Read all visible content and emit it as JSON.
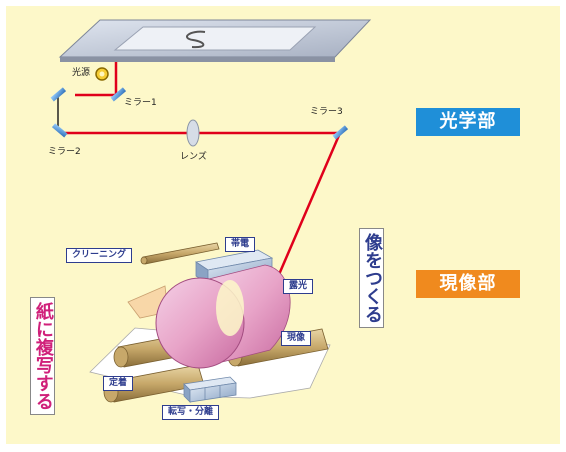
{
  "labels": {
    "light_source": "光源",
    "mirror1": "ミラー1",
    "mirror2": "ミラー2",
    "mirror3": "ミラー3",
    "lens": "レンズ",
    "cleaning": "クリーニング",
    "charging": "帯電",
    "exposure": "露光",
    "developing": "現像",
    "fixing": "定着",
    "transfer_separation": "転写・分離"
  },
  "sections": {
    "optical": "光学部",
    "developing_unit": "現像部"
  },
  "vertical_texts": {
    "create_image": "像をつくる",
    "copy_to_paper": "紙に複写する"
  },
  "colors": {
    "background": "#fdf8c9",
    "optical_badge": "#1f8fd8",
    "developing_badge": "#f08a1e",
    "laser": "#e0001b",
    "create_image_text": "#2e3d8e",
    "copy_to_paper_text": "#d0207a",
    "drum": "#e8a4c8"
  },
  "icons": [
    "document-glass-icon",
    "lamp-icon",
    "mirror-icon",
    "lens-icon",
    "drum-icon",
    "roller-icon"
  ]
}
